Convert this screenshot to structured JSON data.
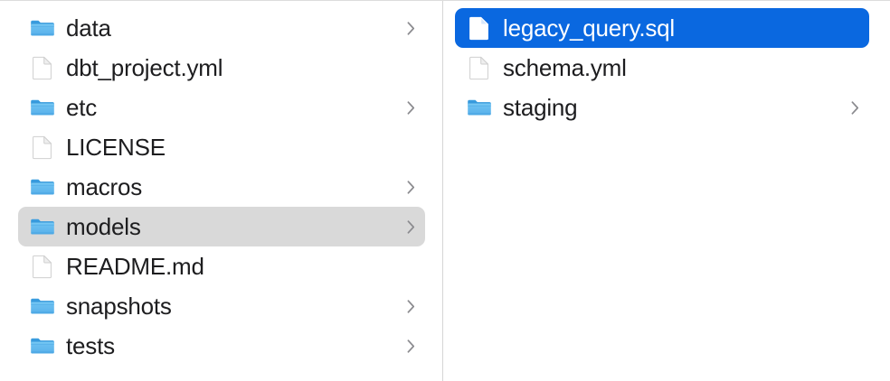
{
  "window": {
    "view": "column",
    "accent_color": "#0a68e0",
    "selected_inactive_color": "#d9d9d9",
    "text_color": "#1d1d1f",
    "selected_text_color": "#ffffff",
    "divider_color": "#d6d6d6",
    "background_color": "#ffffff"
  },
  "columns": [
    {
      "name": "parent-column",
      "items": [
        {
          "label": "data",
          "kind": "folder",
          "icon": "folder-icon",
          "has_chevron": true,
          "selected": false,
          "selection_style": "none"
        },
        {
          "label": "dbt_project.yml",
          "kind": "file",
          "icon": "file-icon",
          "has_chevron": false,
          "selected": false,
          "selection_style": "none"
        },
        {
          "label": "etc",
          "kind": "folder",
          "icon": "folder-icon",
          "has_chevron": true,
          "selected": false,
          "selection_style": "none"
        },
        {
          "label": "LICENSE",
          "kind": "file",
          "icon": "file-icon",
          "has_chevron": false,
          "selected": false,
          "selection_style": "none"
        },
        {
          "label": "macros",
          "kind": "folder",
          "icon": "folder-icon",
          "has_chevron": true,
          "selected": false,
          "selection_style": "none"
        },
        {
          "label": "models",
          "kind": "folder",
          "icon": "folder-icon",
          "has_chevron": true,
          "selected": true,
          "selection_style": "inactive"
        },
        {
          "label": "README.md",
          "kind": "file",
          "icon": "file-icon",
          "has_chevron": false,
          "selected": false,
          "selection_style": "none"
        },
        {
          "label": "snapshots",
          "kind": "folder",
          "icon": "folder-icon",
          "has_chevron": true,
          "selected": false,
          "selection_style": "none"
        },
        {
          "label": "tests",
          "kind": "folder",
          "icon": "folder-icon",
          "has_chevron": true,
          "selected": false,
          "selection_style": "none"
        }
      ]
    },
    {
      "name": "child-column",
      "items": [
        {
          "label": "legacy_query.sql",
          "kind": "file",
          "icon": "file-icon",
          "has_chevron": false,
          "selected": true,
          "selection_style": "active"
        },
        {
          "label": "schema.yml",
          "kind": "file",
          "icon": "file-icon",
          "has_chevron": false,
          "selected": false,
          "selection_style": "none"
        },
        {
          "label": "staging",
          "kind": "folder",
          "icon": "folder-icon",
          "has_chevron": true,
          "selected": false,
          "selection_style": "none"
        }
      ]
    }
  ]
}
